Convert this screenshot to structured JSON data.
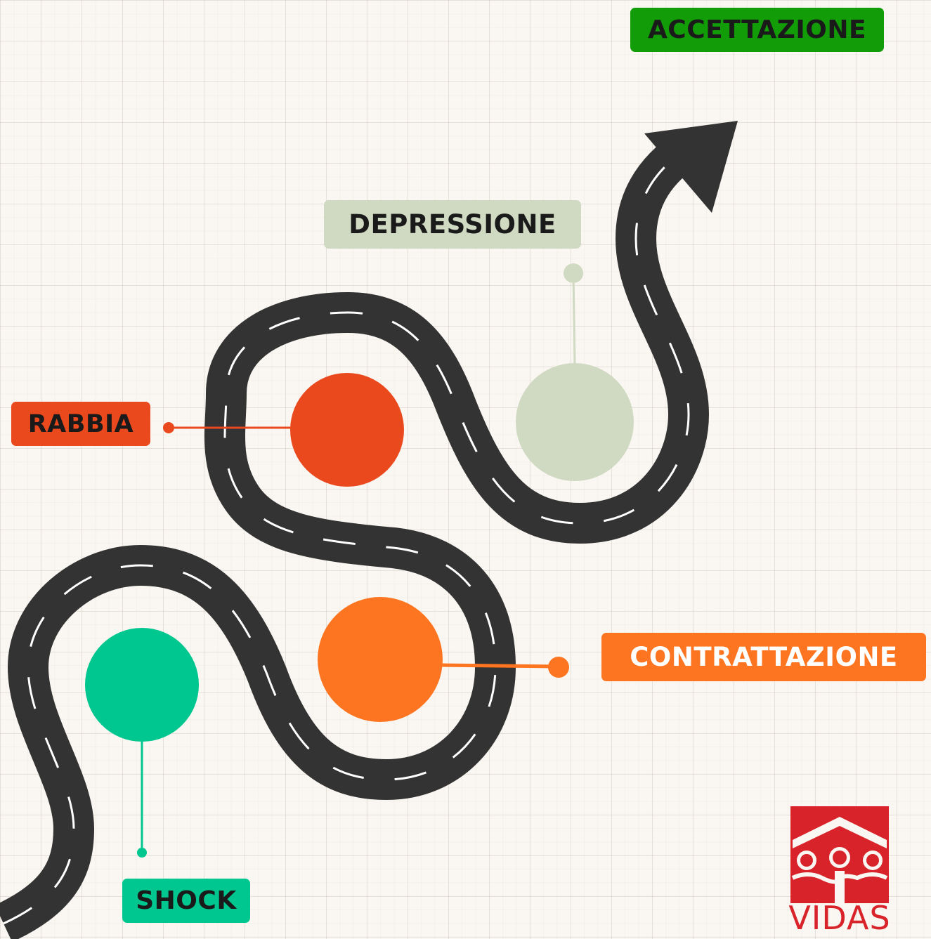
{
  "stages": [
    {
      "id": "shock",
      "label": "SHOCK",
      "color": "#00c78f",
      "text_color": "#1a1a1a"
    },
    {
      "id": "contrattazione",
      "label": "CONTRATTAZIONE",
      "color": "#fd7520",
      "text_color": "#ffffff"
    },
    {
      "id": "rabbia",
      "label": "RABBIA",
      "color": "#ea491d",
      "text_color": "#1a1a1a"
    },
    {
      "id": "depressione",
      "label": "DEPRESSIONE",
      "color": "#d0d9c2",
      "text_color": "#1a1a1a"
    },
    {
      "id": "accettazione",
      "label": "ACCETTAZIONE",
      "color": "#129d08",
      "text_color": "#1a1a1a"
    }
  ],
  "road": {
    "color": "#333333",
    "dash_color": "#ffffff"
  },
  "logo": {
    "text": "VIDAS",
    "color": "#d8232a"
  }
}
